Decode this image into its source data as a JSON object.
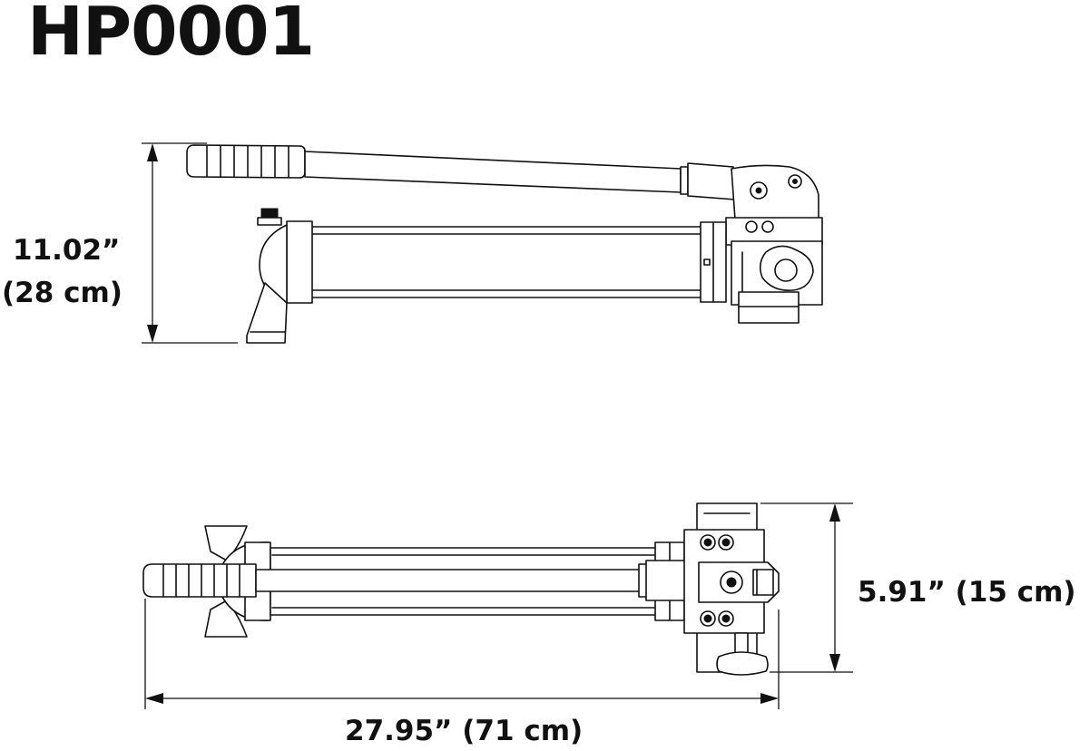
{
  "title": "HP0001",
  "dimensions": {
    "height_in": "11.02”",
    "height_cm": "(28 cm)",
    "width": "5.91” (15 cm)",
    "length": "27.95” (71 cm)"
  },
  "colors": {
    "line": "#111111",
    "background": "#ffffff"
  }
}
